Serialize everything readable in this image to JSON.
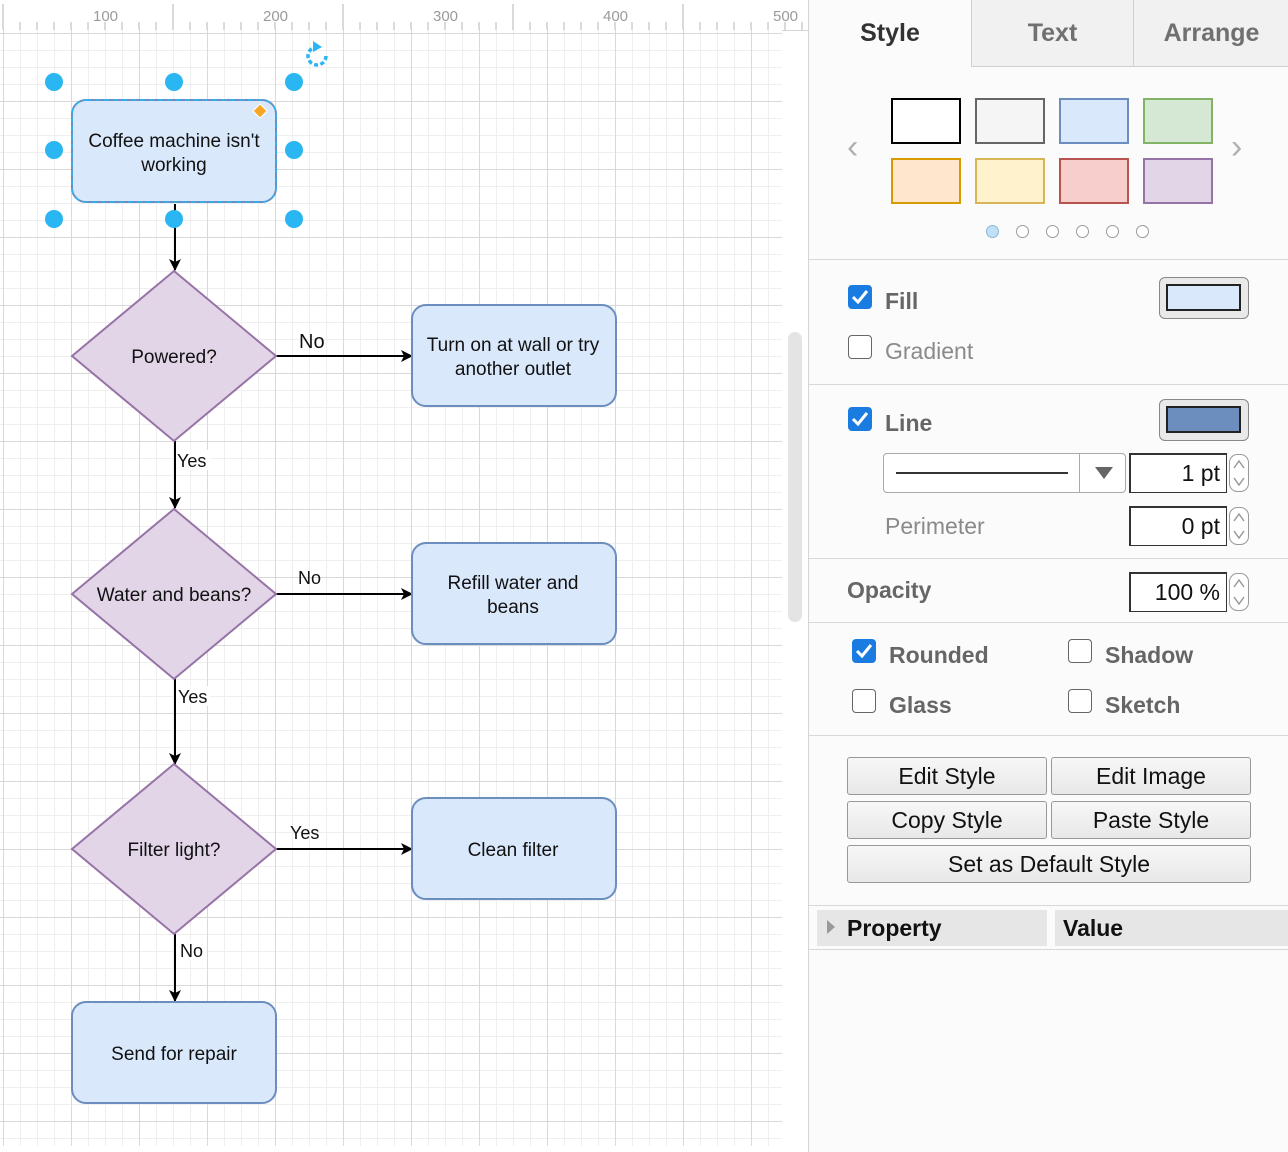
{
  "ruler": {
    "labels": [
      "100",
      "200",
      "300",
      "400",
      "500"
    ]
  },
  "diagram": {
    "nodes": {
      "start": {
        "line1": "Coffee machine isn't",
        "line2": "working"
      },
      "powered": {
        "label": "Powered?"
      },
      "turn_on": {
        "line1": "Turn on at wall or try",
        "line2": "another outlet"
      },
      "water": {
        "label": "Water and beans?"
      },
      "refill": {
        "line1": "Refill water and",
        "line2": "beans"
      },
      "filter": {
        "label": "Filter light?"
      },
      "clean": {
        "label": "Clean filter"
      },
      "repair": {
        "label": "Send for repair"
      }
    },
    "edges": {
      "powered_no": "No",
      "powered_yes": "Yes",
      "water_no": "No",
      "water_yes": "Yes",
      "filter_yes": "Yes",
      "filter_no": "No"
    },
    "colors": {
      "box_fill": "#dae8fc",
      "box_stroke": "#6c8ebf",
      "diamond_fill": "#e1d5e7",
      "diamond_stroke": "#9673a6",
      "handle": "#29b6f2",
      "waypoint": "#f5a623"
    }
  },
  "panel": {
    "tabs": {
      "style": "Style",
      "text": "Text",
      "arrange": "Arrange"
    },
    "swatches": [
      {
        "fill": "#ffffff",
        "stroke": "#000000"
      },
      {
        "fill": "#f5f5f5",
        "stroke": "#666666"
      },
      {
        "fill": "#dae8fc",
        "stroke": "#6c8ebf"
      },
      {
        "fill": "#d5e8d4",
        "stroke": "#82b366"
      },
      {
        "fill": "#ffe6cc",
        "stroke": "#d79b00"
      },
      {
        "fill": "#fff2cc",
        "stroke": "#d6b656"
      },
      {
        "fill": "#f8cecc",
        "stroke": "#b85450"
      },
      {
        "fill": "#e1d5e7",
        "stroke": "#9673a6"
      }
    ],
    "fill": {
      "label": "Fill",
      "checked": true,
      "color": "#dae8fc"
    },
    "gradient": {
      "label": "Gradient",
      "checked": false
    },
    "line": {
      "label": "Line",
      "checked": true,
      "color": "#6c8ebf",
      "width": "1 pt"
    },
    "perimeter": {
      "label": "Perimeter",
      "value": "0 pt"
    },
    "opacity": {
      "label": "Opacity",
      "value": "100 %"
    },
    "rounded": {
      "label": "Rounded",
      "checked": true
    },
    "shadow": {
      "label": "Shadow",
      "checked": false
    },
    "glass": {
      "label": "Glass",
      "checked": false
    },
    "sketch": {
      "label": "Sketch",
      "checked": false
    },
    "buttons": {
      "edit_style": "Edit Style",
      "edit_image": "Edit Image",
      "copy_style": "Copy Style",
      "paste_style": "Paste Style",
      "set_default": "Set as Default Style"
    },
    "properties": {
      "col_property": "Property",
      "col_value": "Value"
    }
  }
}
